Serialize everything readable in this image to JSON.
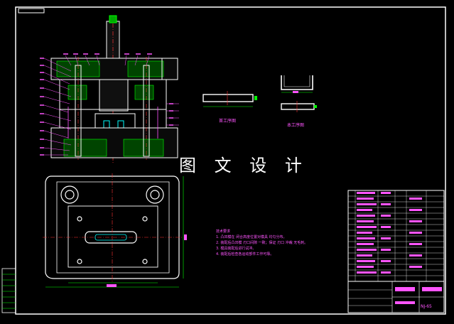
{
  "watermark": "图 文 设 计",
  "captions": {
    "blank_view": "首工序图",
    "bend_view": "本工序图"
  },
  "notes": {
    "title": "技术要求",
    "items": [
      "1. 凸凹模在 闭合高度位置对模具 均匀分布。",
      "2. 装配后凸凹模 刃口间隙 一致；保证 刃口 冲裁 无毛刺。",
      "3. 模具装配后进行试冲。",
      "4. 装配后检查各运动部件工作可靠。"
    ]
  },
  "drawing_code": "NJ-65",
  "colors": {
    "line": "#ffffff",
    "accent": "#ff55ff",
    "green": "#00ff00",
    "red": "#ff3333",
    "cyan": "#00ffff"
  }
}
